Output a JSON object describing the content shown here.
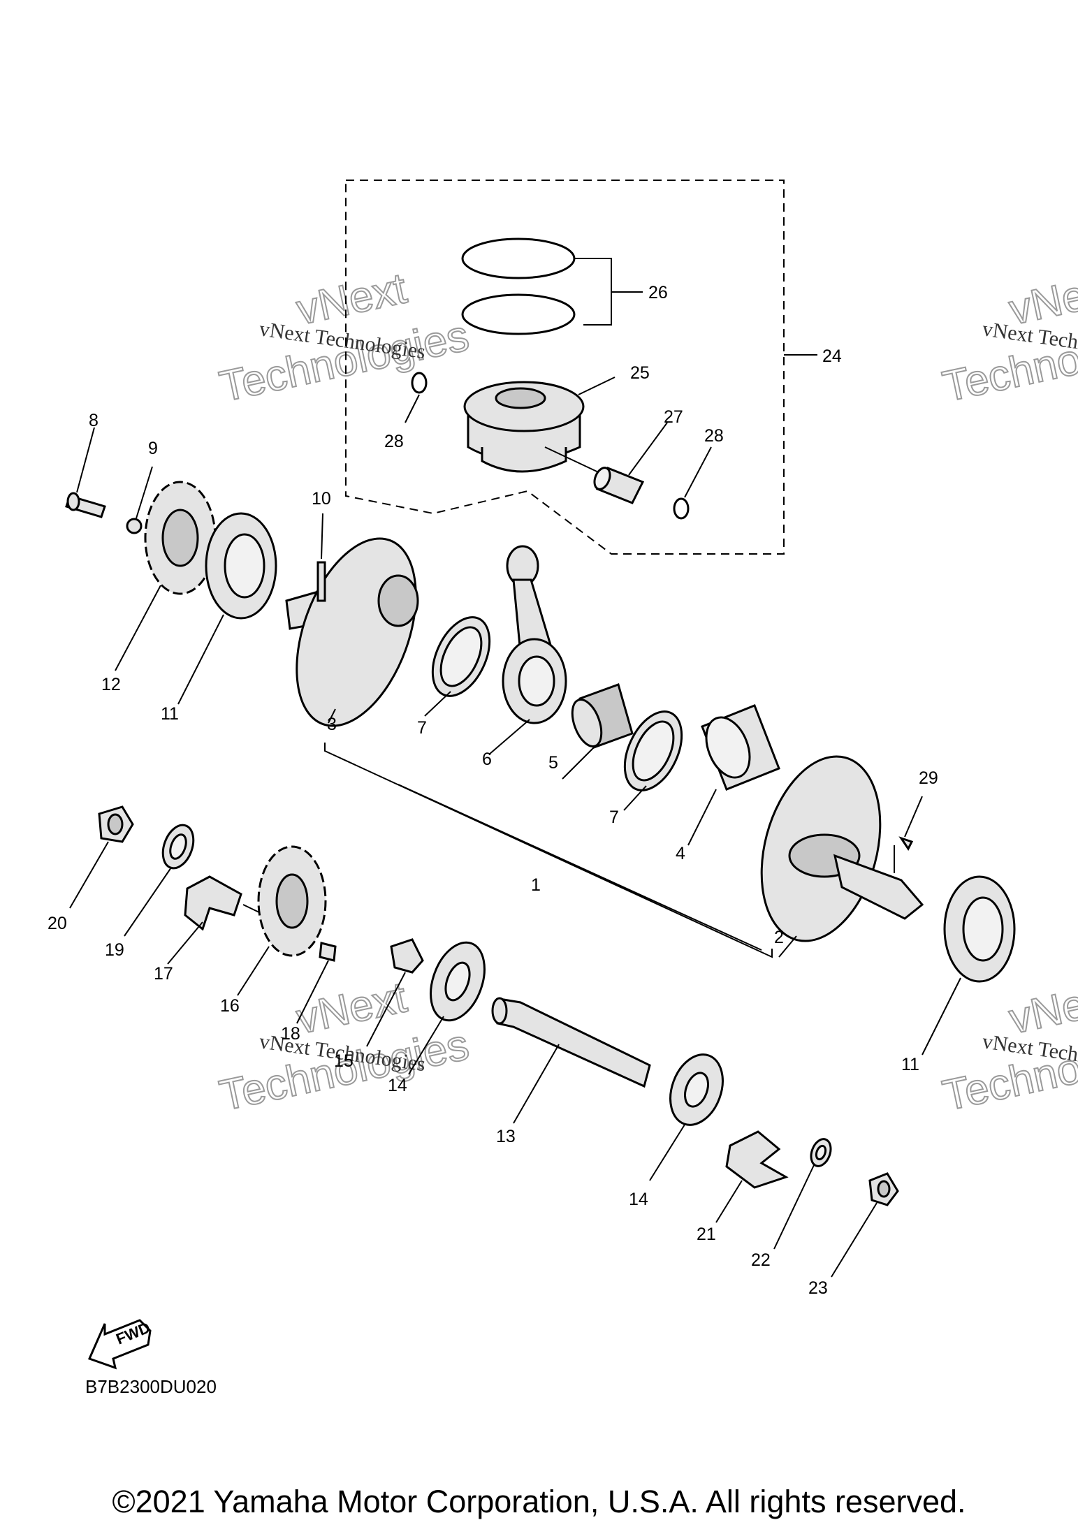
{
  "watermark": {
    "line1": "vNext",
    "line2": "Technologies",
    "full": "vNext Technologies"
  },
  "labels": {
    "l1": "1",
    "l2": "2",
    "l3": "3",
    "l4": "4",
    "l5": "5",
    "l6": "6",
    "l7a": "7",
    "l7b": "7",
    "l8": "8",
    "l9": "9",
    "l10": "10",
    "l11a": "11",
    "l11b": "11",
    "l12": "12",
    "l13": "13",
    "l14a": "14",
    "l14b": "14",
    "l15": "15",
    "l16": "16",
    "l17": "17",
    "l18": "18",
    "l19": "19",
    "l20": "20",
    "l21": "21",
    "l22": "22",
    "l23": "23",
    "l24": "24",
    "l25": "25",
    "l26": "26",
    "l27": "27",
    "l28a": "28",
    "l28b": "28",
    "l29": "29"
  },
  "fwd_label": "FWD",
  "diagram_code": "B7B2300DU020",
  "copyright": "©2021 Yamaha Motor Corporation, U.S.A. All rights reserved."
}
